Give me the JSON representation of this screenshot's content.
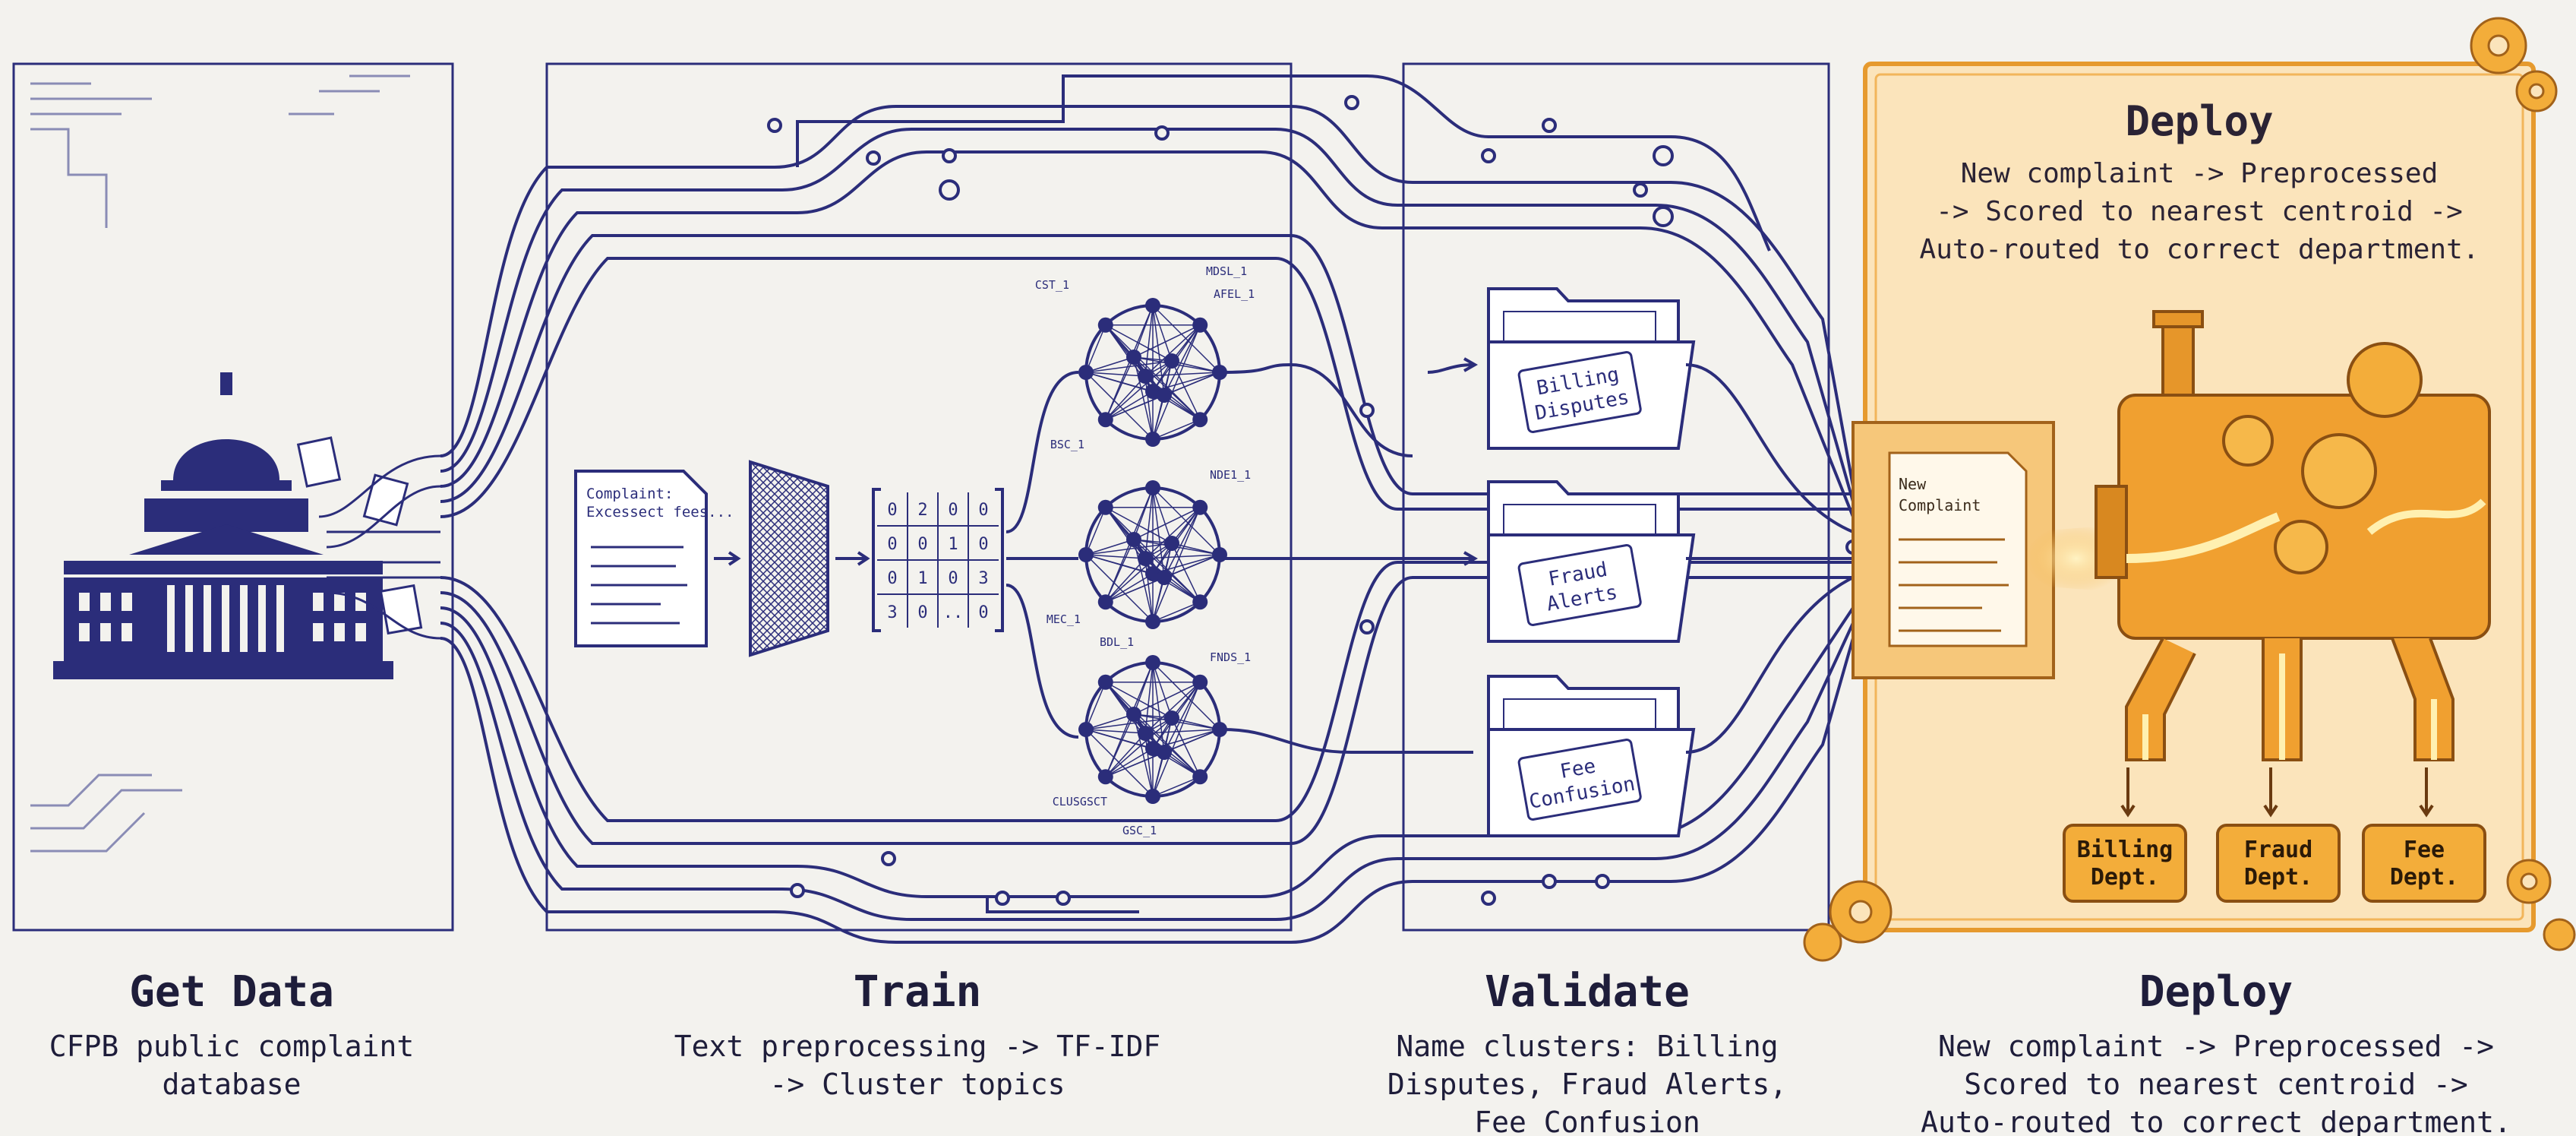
{
  "stages": [
    {
      "title": "Get Data",
      "desc_lines": [
        "CFPB public complaint",
        "database"
      ]
    },
    {
      "title": "Train",
      "desc_lines": [
        "Text preprocessing -> TF-IDF",
        "-> Cluster topics"
      ]
    },
    {
      "title": "Validate",
      "desc_lines": [
        "Name clusters: Billing",
        "Disputes, Fraud Alerts,",
        "Fee Confusion"
      ]
    },
    {
      "title": "Deploy",
      "desc_lines": [
        "New complaint -> Preprocessed ->",
        "Scored to nearest centroid ->",
        "Auto-routed to correct department."
      ]
    }
  ],
  "deploy_panel": {
    "title": "Deploy",
    "desc_lines": [
      "New complaint -> Preprocessed",
      "-> Scored to nearest centroid ->",
      "Auto-routed to correct department."
    ]
  },
  "train_doc": {
    "lines": [
      "Complaint:",
      "Excessect fees..."
    ]
  },
  "matrix": {
    "rows": [
      [
        "0",
        "2",
        "0",
        "0"
      ],
      [
        "0",
        "0",
        "1",
        "0"
      ],
      [
        "0",
        "1",
        "0",
        "3"
      ],
      [
        "3",
        "0",
        "..",
        "0"
      ]
    ]
  },
  "clusters": [
    {
      "labels": [
        "CST_1",
        "MDSL_1",
        "AFEL_1",
        "BSC_1"
      ]
    },
    {
      "labels": [
        "NDE1_1",
        "MEC_1",
        "BDL_1"
      ]
    },
    {
      "labels": [
        "FNDS_1",
        "CLUSGSCT",
        "GSC_1"
      ]
    }
  ],
  "folders": [
    {
      "label_lines": [
        "Billing",
        "Disputes"
      ]
    },
    {
      "label_lines": [
        "Fraud",
        "Alerts"
      ]
    },
    {
      "label_lines": [
        "Fee",
        "Confusion"
      ]
    }
  ],
  "new_complaint": {
    "lines": [
      "New",
      "Complaint"
    ]
  },
  "departments": [
    {
      "lines": [
        "Billing",
        "Dept."
      ]
    },
    {
      "lines": [
        "Fraud",
        "Dept."
      ]
    },
    {
      "lines": [
        "Fee",
        "Dept."
      ]
    }
  ],
  "colors": {
    "ink": "#2b2d7a",
    "orange": "#f0a030",
    "panel": "#fbe4bb",
    "text": "#1e1d3a"
  }
}
